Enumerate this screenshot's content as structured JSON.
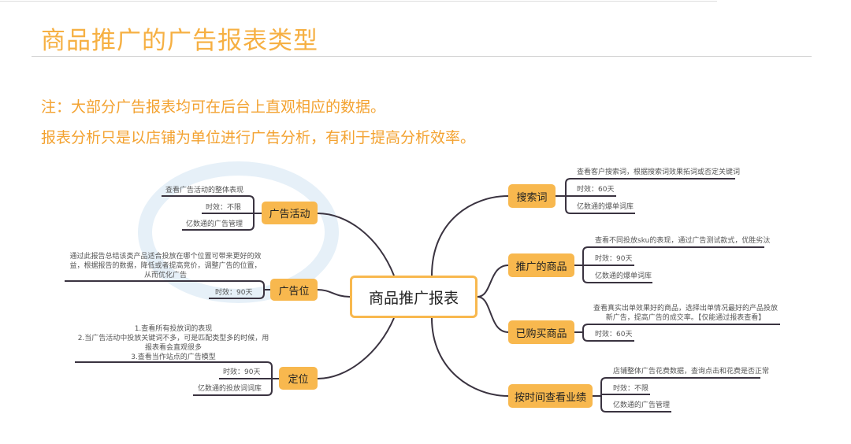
{
  "title": "商品推广的广告报表类型",
  "notes": [
    "注：大部分广告报表均可在后台上直观相应的数据。",
    "报表分析只是以店铺为单位进行广告分析，有利于提高分析效率。"
  ],
  "center": "商品推广报表",
  "left": [
    {
      "label": "广告活动",
      "details": [
        "查看广告活动的整体表现",
        "时效：不限",
        "亿数通的广告管理"
      ]
    },
    {
      "label": "广告位",
      "details": [
        "通过此报告总结该类产品适合投放在哪个位置可带来更好的效益，根据报告的数据，降低或者提高竞价，调整广告的位置，从而优化广告",
        "时效：90天"
      ]
    },
    {
      "label": "定位",
      "details": [
        "1.查看所有投放词的表现",
        "2.当广告活动中投放关键词不多，可是匹配类型多的时候，用报表看会直观很多",
        "3.查看当作站点的广告模型",
        "时效：90天",
        "亿数通的投放词词库"
      ]
    }
  ],
  "right": [
    {
      "label": "搜索词",
      "details": [
        "查看客户搜索词，根据搜索词效果拓词或否定关键词",
        "时效：60天",
        "亿数通的爆单词库"
      ]
    },
    {
      "label": "推广的商品",
      "details": [
        "查看不同投放sku的表现，通过广告测试款式，优胜劣汰",
        "时效：90天",
        "亿数通的爆单词库"
      ]
    },
    {
      "label": "已购买商品",
      "details": [
        "查看真实出单效果好的商品，选择出单情况最好的产品投放新广告，提高广告的成交率。【仅能通过报表查看】",
        "时效：60天"
      ]
    },
    {
      "label": "按时间查看业绩",
      "details": [
        "店铺整体广告花费数据，查询点击和花费是否正常",
        "时效：不限",
        "亿数通的广告管理"
      ]
    }
  ],
  "colors": {
    "accent": "#f6b043",
    "node": "#f8b84e",
    "line": "#3a3340"
  }
}
